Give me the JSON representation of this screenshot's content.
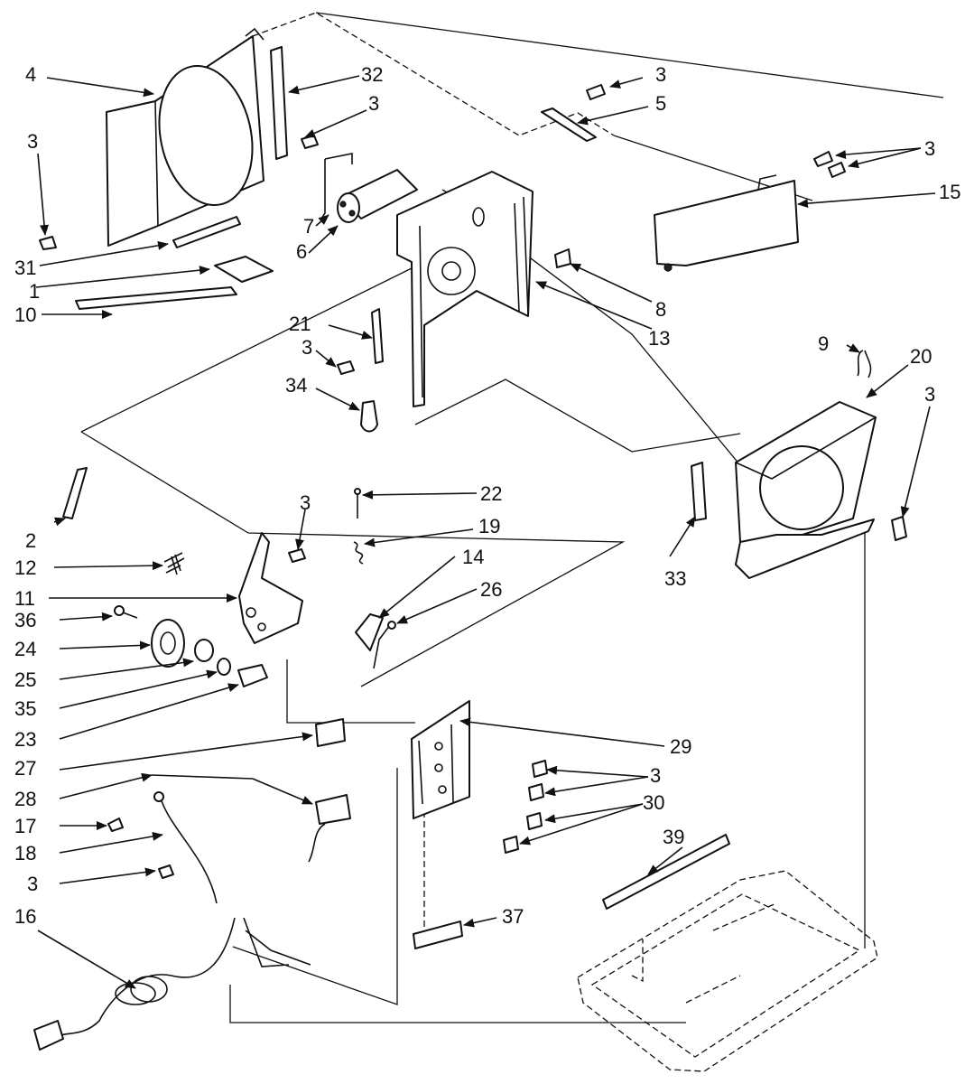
{
  "callouts": {
    "c1": "1",
    "c2": "2",
    "c3": "3",
    "c4": "4",
    "c5": "5",
    "c6": "6",
    "c7": "7",
    "c8": "8",
    "c9": "9",
    "c10": "10",
    "c11": "11",
    "c12": "12",
    "c13": "13",
    "c14": "14",
    "c15": "15",
    "c16": "16",
    "c17": "17",
    "c18": "18",
    "c19": "19",
    "c20": "20",
    "c21": "21",
    "c22": "22",
    "c23": "23",
    "c24": "24",
    "c25": "25",
    "c26": "26",
    "c27": "27",
    "c28": "28",
    "c29": "29",
    "c30": "30",
    "c31": "31",
    "c32": "32",
    "c33": "33",
    "c34": "34",
    "c35": "35",
    "c36": "36",
    "c37": "37",
    "c39": "39"
  }
}
